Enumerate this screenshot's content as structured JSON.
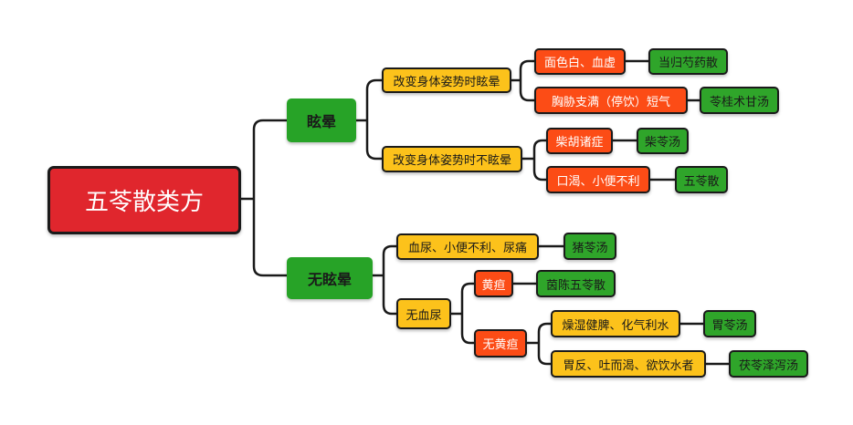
{
  "colors": {
    "root": "#e0262d",
    "main": "#27a327",
    "condition": "#fcc21b",
    "symptom": "#fc4c16",
    "formula": "#2fa52a",
    "line": "#1a1a1a"
  },
  "root": "五苓散类方",
  "branch1": {
    "label": "眩晕",
    "sub1": {
      "label": "改变身体姿势时眩晕",
      "items": [
        {
          "symptom": "面色白、血虚",
          "formula": "当归芍药散"
        },
        {
          "symptom": "胸胁支满（停饮）短气",
          "formula": "苓桂术甘汤"
        }
      ]
    },
    "sub2": {
      "label": "改变身体姿势时不眩晕",
      "items": [
        {
          "symptom": "柴胡诸症",
          "formula": "柴苓汤"
        },
        {
          "symptom": "口渴、小便不利",
          "formula": "五苓散"
        }
      ]
    }
  },
  "branch2": {
    "label": "无眩晕",
    "sub1": {
      "label": "血尿、小便不利、尿痛",
      "formula": "猪苓汤"
    },
    "sub2": {
      "label": "无血尿",
      "jaundice": {
        "label": "黄疸",
        "formula": "茵陈五苓散"
      },
      "no_jaundice": {
        "label": "无黄疸",
        "items": [
          {
            "condition": "燥湿健脾、化气利水",
            "formula": "胃苓汤"
          },
          {
            "condition": "胃反、吐而渴、欲饮水者",
            "formula": "茯苓泽泻汤"
          }
        ]
      }
    }
  }
}
